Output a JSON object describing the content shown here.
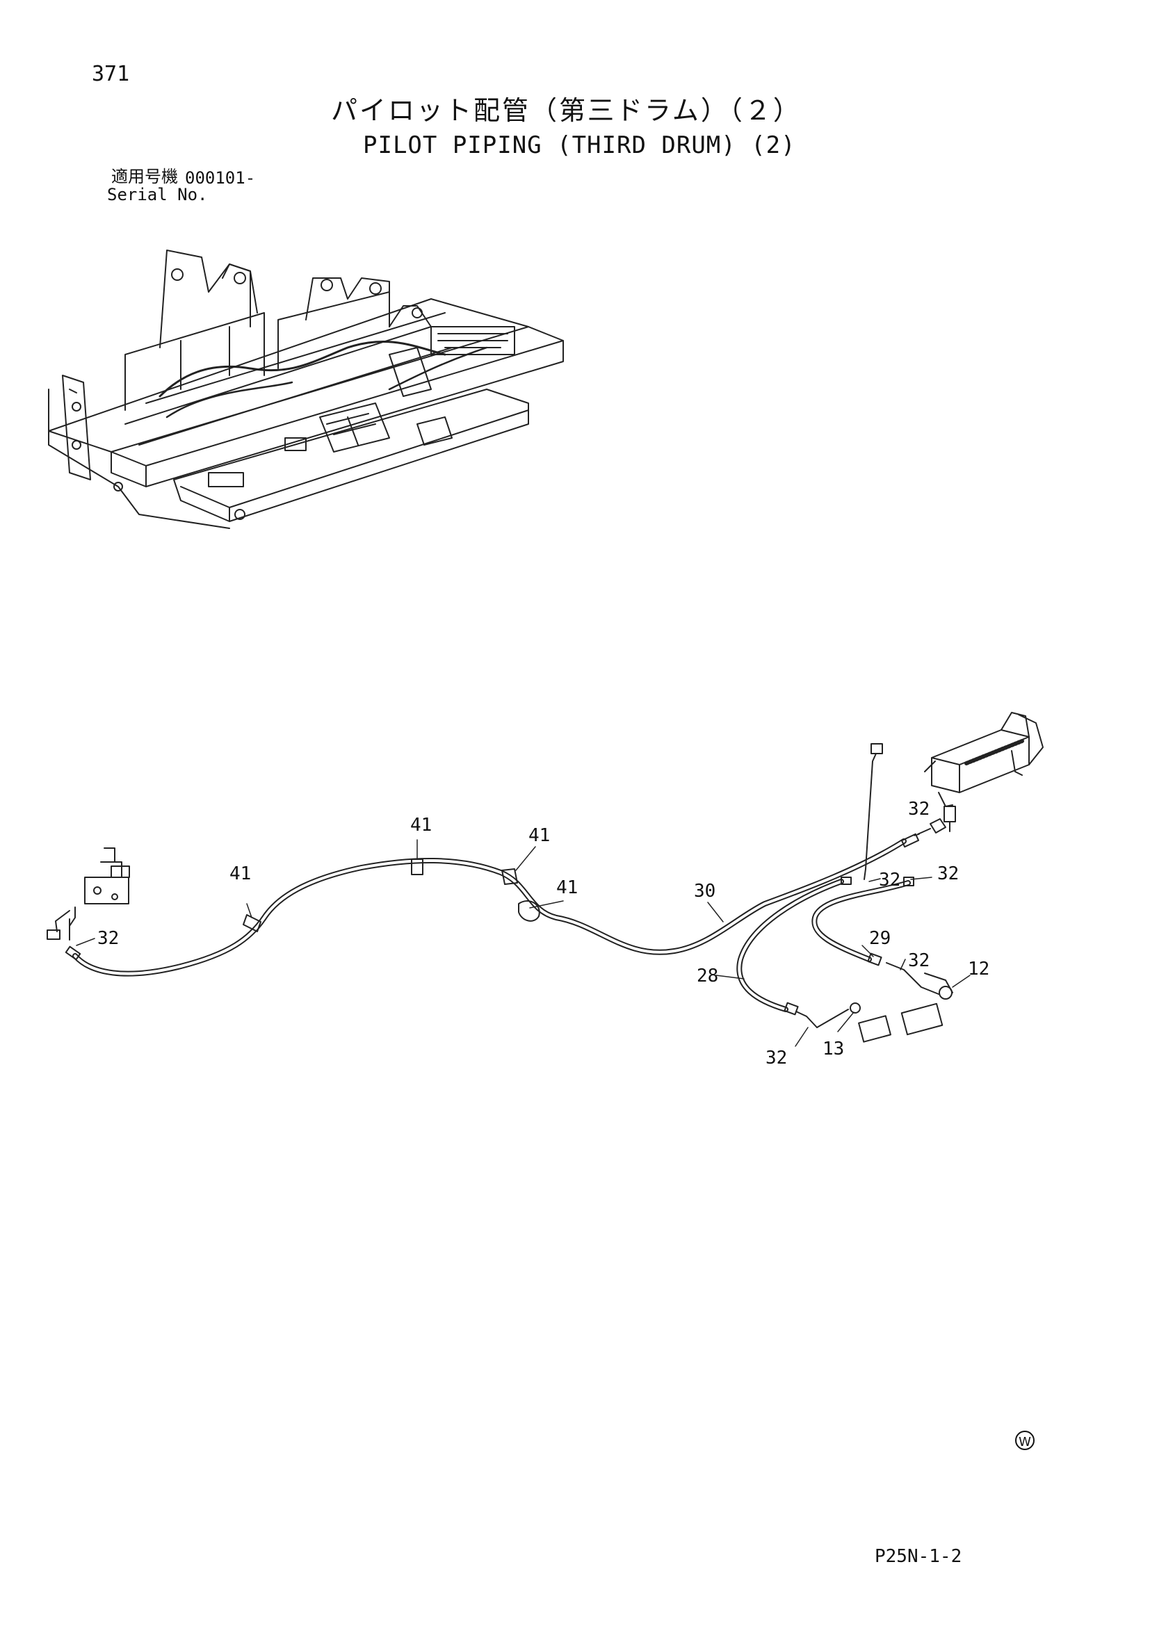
{
  "header": {
    "page_number": "371",
    "title_jp": "パイロット配管（第三ドラム）（２）",
    "title_en": "PILOT PIPING (THIRD DRUM) (2)",
    "serial_label_jp": "適用号機",
    "serial_value": "000101-",
    "serial_label_en": "Serial No."
  },
  "callouts": {
    "hose_30": "30",
    "hose_28": "28",
    "hose_29": "29",
    "clamp_41_a": "41",
    "clamp_41_b": "41",
    "clamp_41_c": "41",
    "clamp_41_d": "41",
    "fitting_32_left": "32",
    "fitting_32_top": "32",
    "fitting_32_mid": "32",
    "fitting_32_right": "32",
    "fitting_32_lower_right": "32",
    "fitting_32_bottom": "32",
    "fitting_13": "13",
    "fitting_12": "12"
  },
  "marks": {
    "w_symbol": "Ⓦ"
  },
  "footer": {
    "doc_code": "P25N-1-2"
  }
}
